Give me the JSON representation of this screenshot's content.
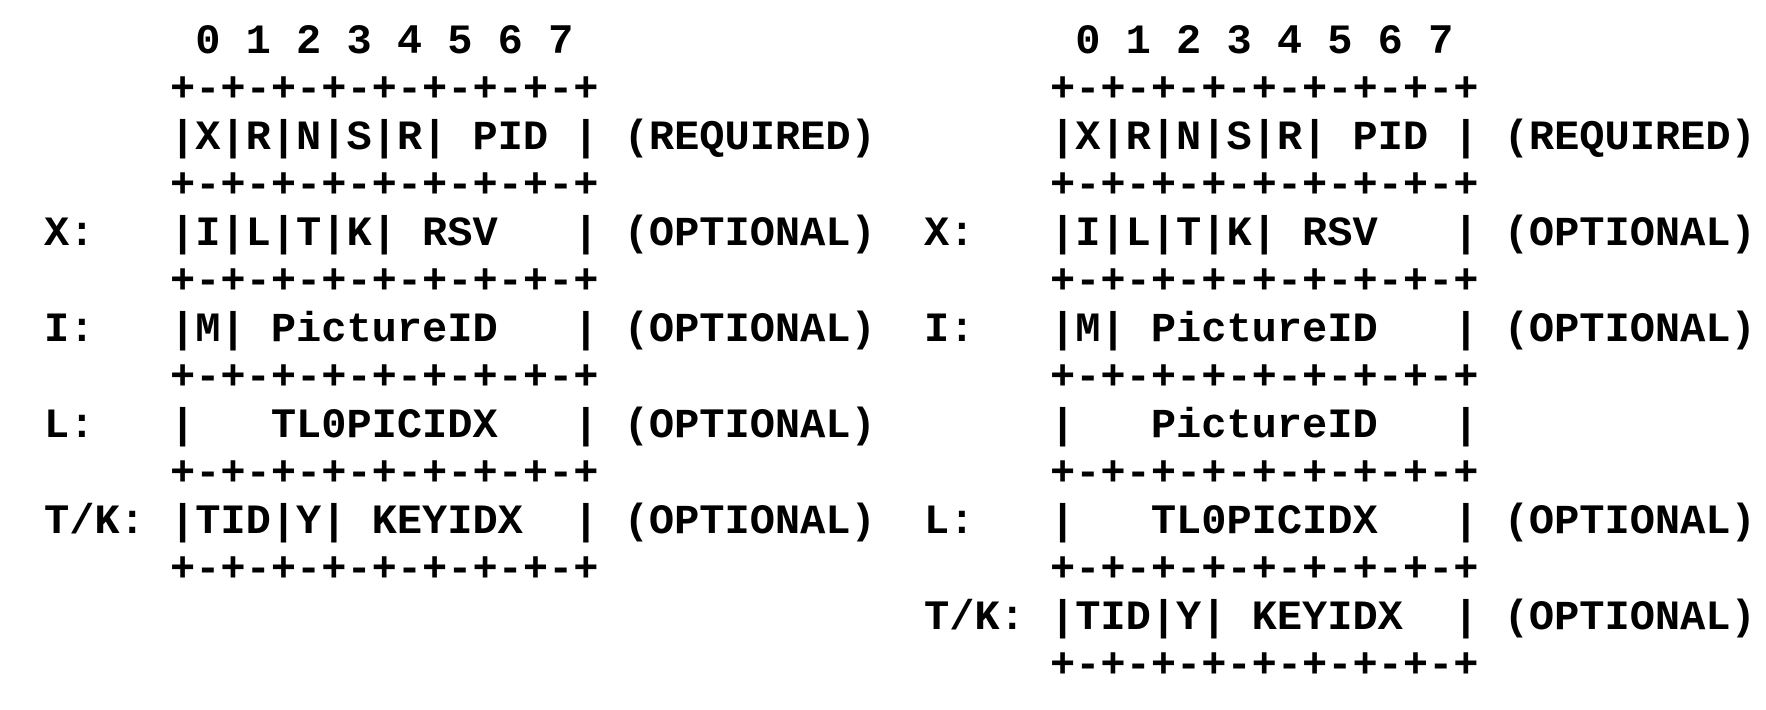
{
  "colors": {
    "background": "#ffffff",
    "text": "#000000"
  },
  "diagrams": [
    {
      "position": "left",
      "bit_header": "0 1 2 3 4 5 6 7",
      "row_labels": [
        "X:",
        "I:",
        "L:",
        "T/K:"
      ],
      "field_names": [
        "X",
        "R",
        "N",
        "S",
        "R",
        "PID",
        "I",
        "L",
        "T",
        "K",
        "RSV",
        "M",
        "PictureID",
        "TL0PICIDX",
        "TID",
        "Y",
        "KEYIDX"
      ],
      "qualifiers": [
        "(REQUIRED)",
        "(OPTIONAL)",
        "(OPTIONAL)",
        "(OPTIONAL)",
        "(OPTIONAL)"
      ],
      "lines": [
        "      0 1 2 3 4 5 6 7",
        "     +-+-+-+-+-+-+-+-+",
        "     |X|R|N|S|R| PID | (REQUIRED)",
        "     +-+-+-+-+-+-+-+-+",
        "X:   |I|L|T|K| RSV   | (OPTIONAL)",
        "     +-+-+-+-+-+-+-+-+",
        "I:   |M| PictureID   | (OPTIONAL)",
        "     +-+-+-+-+-+-+-+-+",
        "L:   |   TL0PICIDX   | (OPTIONAL)",
        "     +-+-+-+-+-+-+-+-+",
        "T/K: |TID|Y| KEYIDX  | (OPTIONAL)",
        "     +-+-+-+-+-+-+-+-+"
      ]
    },
    {
      "position": "right",
      "bit_header": "0 1 2 3 4 5 6 7",
      "row_labels": [
        "X:",
        "I:",
        "L:",
        "T/K:"
      ],
      "field_names": [
        "X",
        "R",
        "N",
        "S",
        "R",
        "PID",
        "I",
        "L",
        "T",
        "K",
        "RSV",
        "M",
        "PictureID",
        "PictureID",
        "TL0PICIDX",
        "TID",
        "Y",
        "KEYIDX"
      ],
      "qualifiers": [
        "(REQUIRED)",
        "(OPTIONAL)",
        "(OPTIONAL)",
        "(OPTIONAL)",
        "(OPTIONAL)"
      ],
      "lines": [
        "      0 1 2 3 4 5 6 7",
        "     +-+-+-+-+-+-+-+-+",
        "     |X|R|N|S|R| PID | (REQUIRED)",
        "     +-+-+-+-+-+-+-+-+",
        "X:   |I|L|T|K| RSV   | (OPTIONAL)",
        "     +-+-+-+-+-+-+-+-+",
        "I:   |M| PictureID   | (OPTIONAL)",
        "     +-+-+-+-+-+-+-+-+",
        "     |   PictureID   |",
        "     +-+-+-+-+-+-+-+-+",
        "L:   |   TL0PICIDX   | (OPTIONAL)",
        "     +-+-+-+-+-+-+-+-+",
        "T/K: |TID|Y| KEYIDX  | (OPTIONAL)",
        "     +-+-+-+-+-+-+-+-+"
      ]
    }
  ]
}
